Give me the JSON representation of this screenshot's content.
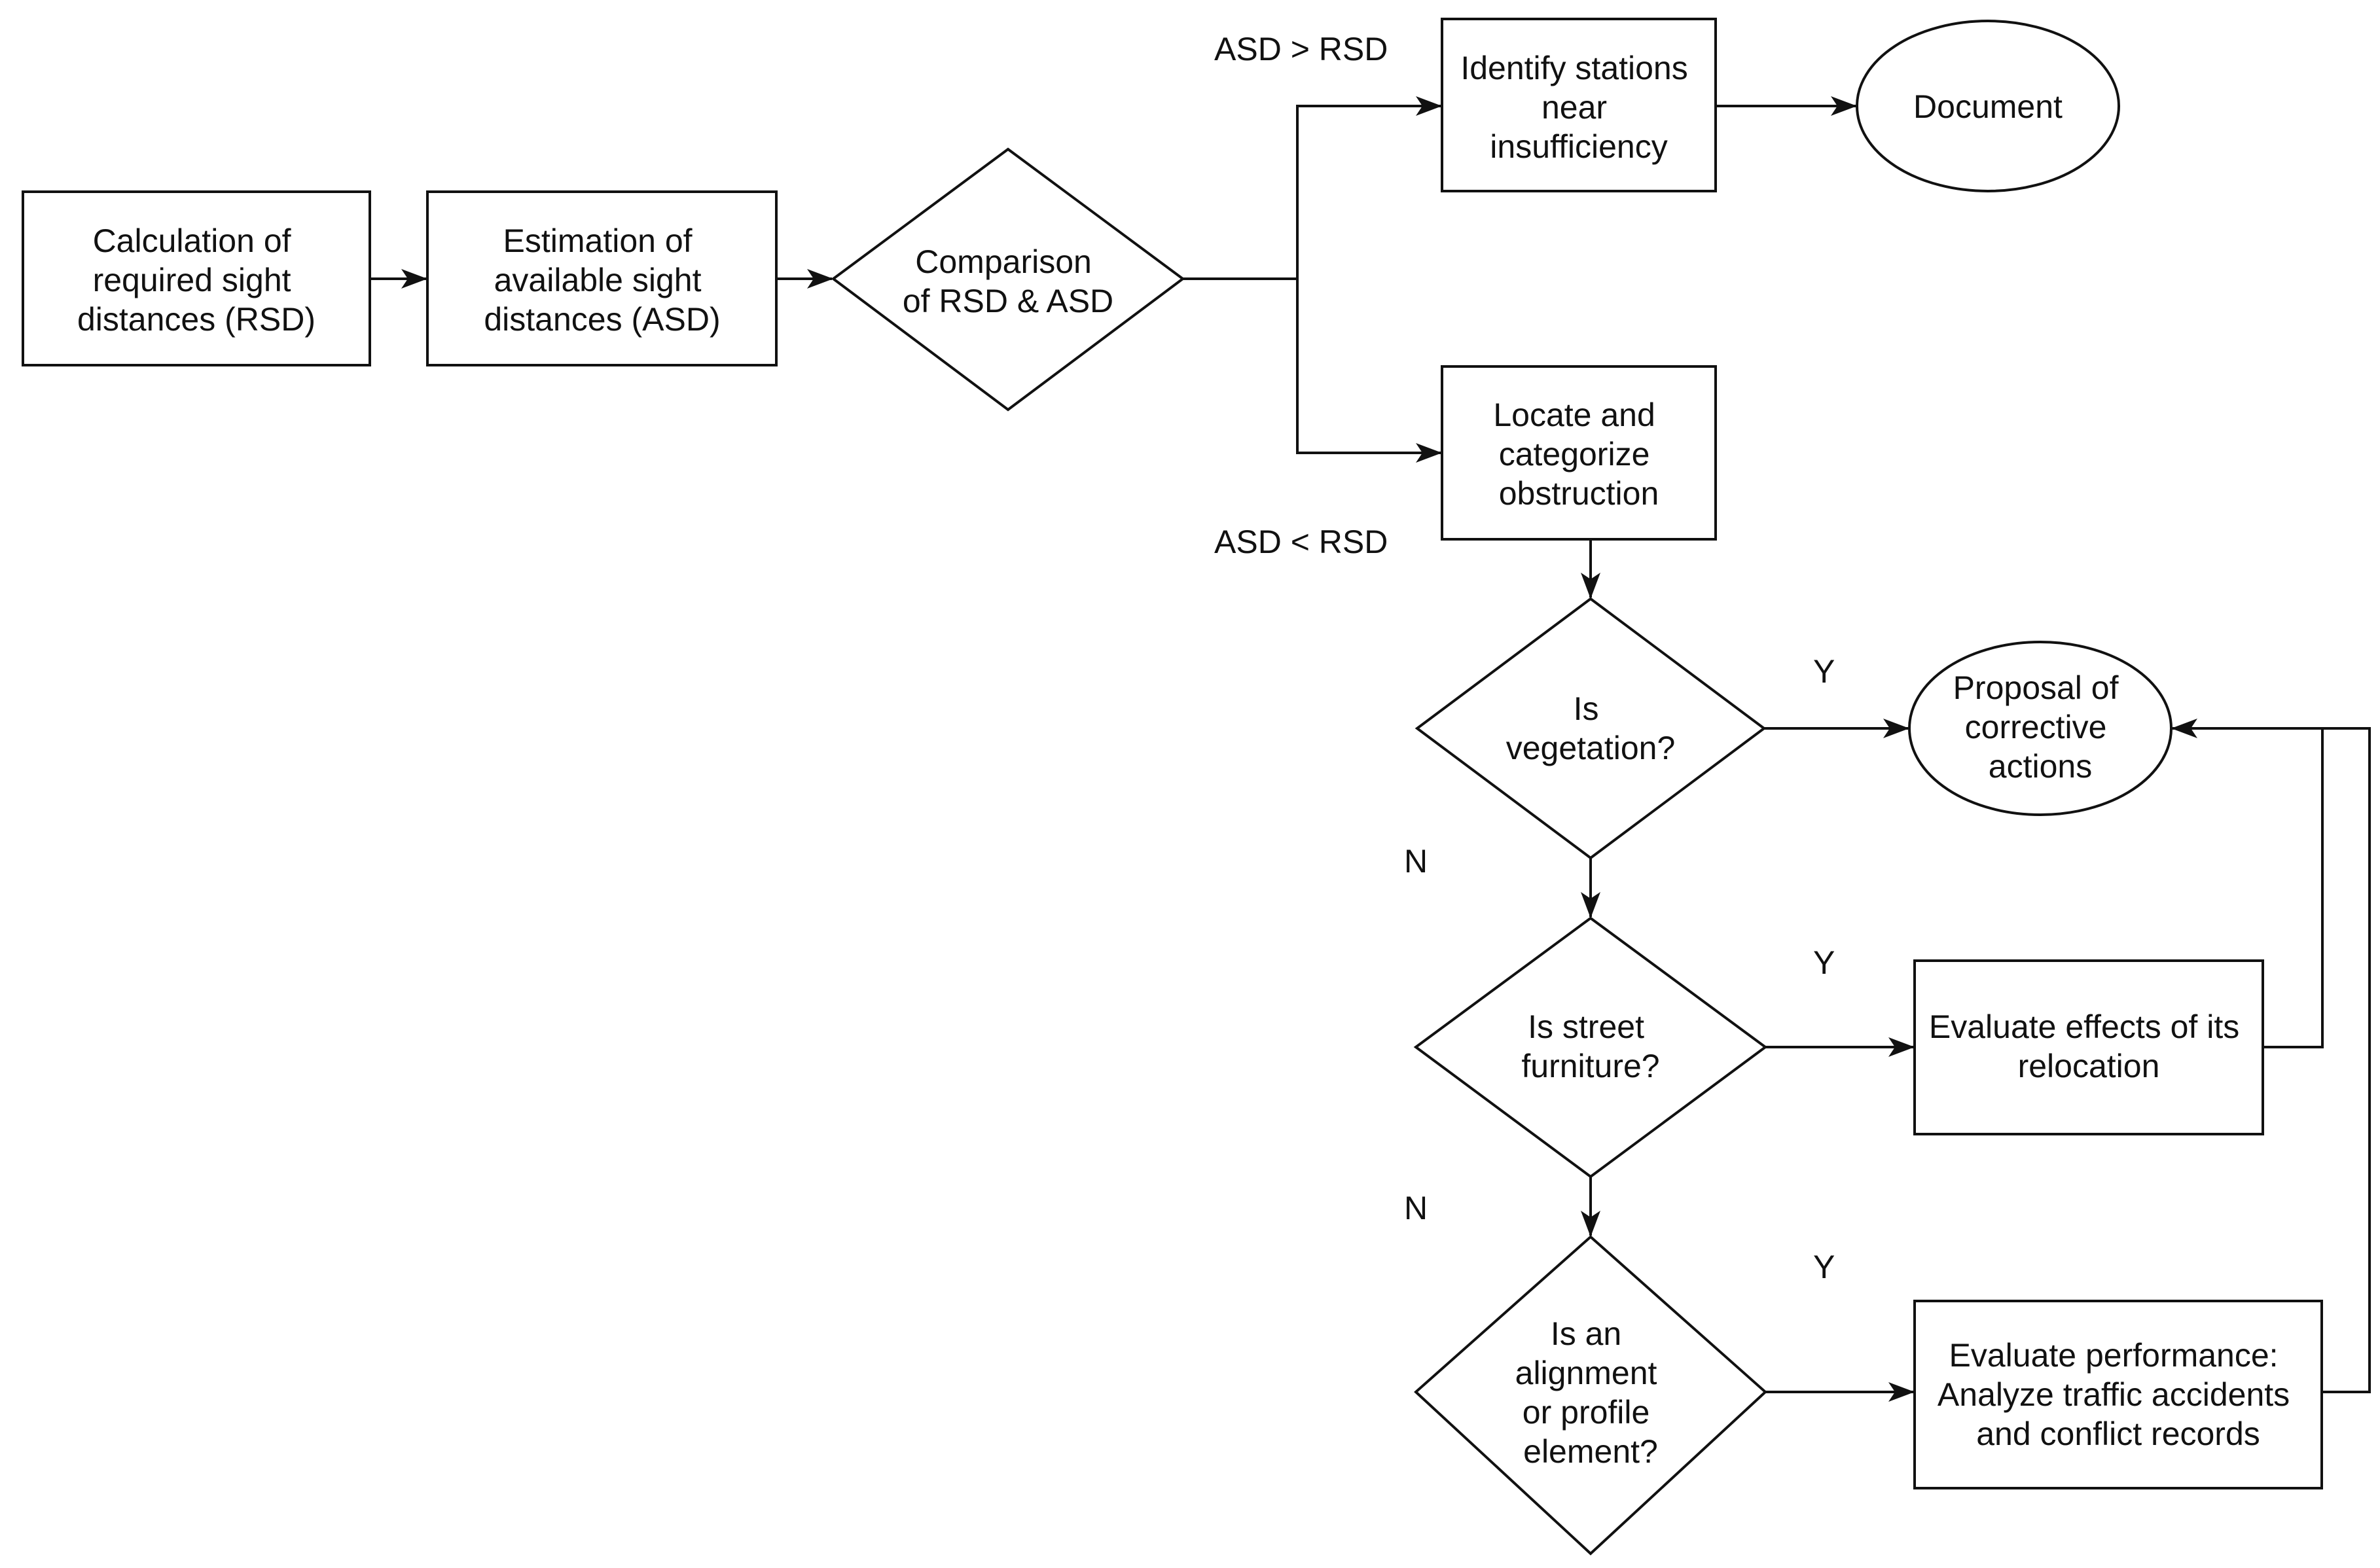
{
  "nodes": {
    "calc_rsd": [
      "Calculation of",
      "required sight",
      "distances (RSD)"
    ],
    "est_asd": [
      "Estimation of",
      "available sight",
      "distances (ASD)"
    ],
    "comparison": [
      "Comparison",
      "of RSD & ASD"
    ],
    "identify_stations": [
      "Identify stations",
      "near",
      "insufficiency"
    ],
    "document": [
      "Document"
    ],
    "locate_obstruction": [
      "Locate and",
      "categorize",
      "obstruction"
    ],
    "is_vegetation": [
      "Is",
      "vegetation?"
    ],
    "proposal": [
      "Proposal of",
      "corrective",
      "actions"
    ],
    "is_street_furniture": [
      "Is street",
      "furniture?"
    ],
    "evaluate_relocation": [
      "Evaluate effects of its",
      "relocation"
    ],
    "is_alignment": [
      "Is an",
      "alignment",
      "or profile",
      "element?"
    ],
    "evaluate_performance": [
      "Evaluate performance:",
      "Analyze traffic accidents",
      "and conflict records"
    ]
  },
  "edge_labels": {
    "asd_gt_rsd": "ASD > RSD",
    "asd_lt_rsd": "ASD < RSD",
    "veg_yes": "Y",
    "veg_no": "N",
    "furniture_yes": "Y",
    "furniture_no": "N",
    "alignment_yes": "Y"
  }
}
